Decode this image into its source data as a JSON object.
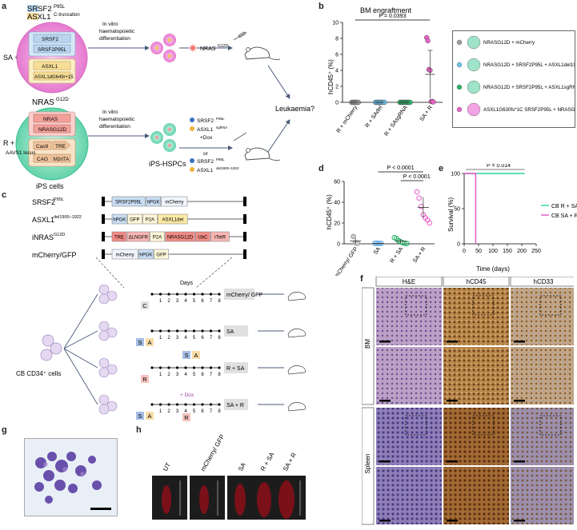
{
  "panel_labels": [
    "a",
    "b",
    "c",
    "d",
    "e",
    "f",
    "g",
    "h"
  ],
  "panel_a": {
    "top_title_1": "SRSF2",
    "top_title_1_sup": "P95L",
    "top_title_2": "ASXL1",
    "top_title_2_sub": "C-truncation",
    "sa_r_label": "SA + R",
    "r_sa_label": "R + SA",
    "nras_title": "NRAS",
    "nras_title_sup": "G12D",
    "genes_top": [
      "SRSF2",
      "SRSF2P95L",
      "ASXL1",
      "ASXL1dG649/+15"
    ],
    "genes_bottom": [
      "NRAS",
      "NRASG12D",
      "Cas9",
      "TRE",
      "CAG",
      "M2rtTA"
    ],
    "aavs1": "AAVS1 locus",
    "ips_cells": "iPS cells",
    "ips_hspcs": "iPS-HSPCs",
    "diff_text": [
      "In vitro",
      "haematopoietic",
      "differentiation"
    ],
    "nras_virus": "NRAS",
    "nras_virus_sup": "G12D",
    "bottom_options": [
      "SRSF2",
      "ASXL1",
      "+Dox",
      "or",
      "SRSF2",
      "ASXL1"
    ],
    "bottom_options_sup": [
      "P95L",
      "sgRNA",
      "",
      "",
      "P95L",
      "del1900–1922"
    ],
    "leukaemia": "Leukaemia?"
  },
  "panel_b": {
    "title": "BM engraftment",
    "ylabel": "hCD45⁺ (%)",
    "pvalue": "P = 0.0393",
    "legend": [
      {
        "text": "NRASG12D + mCherry"
      },
      {
        "text": "NRASG12D + SRSF2P95L + ASXL1del1900–1922"
      },
      {
        "text": "NRASG12D + SRSF2P95L + ASXL1sgRNA + Dox (iCas9)"
      },
      {
        "text": "ASXL1G630fs*1C SRSF2P95L + NRASG12D"
      }
    ]
  },
  "panel_c": {
    "constructs": [
      {
        "name": "SRSF2",
        "sup": "P95L",
        "parts": [
          "SRSF2P95L",
          "hPGK",
          "mCherry"
        ]
      },
      {
        "name": "ASXL1",
        "sup": "del1900–1922",
        "parts": [
          "hPGK",
          "GFP",
          "P2A",
          "ASXL1del"
        ]
      },
      {
        "name": "iNRAS",
        "sup": "G12D",
        "parts": [
          "TRE",
          "ΔLNGFR",
          "P2A",
          "NRASG12D",
          "UbC",
          "rTetR"
        ]
      },
      {
        "name": "mCherry/GFP",
        "sup": "",
        "parts": [
          "mCherry",
          "hPGK",
          "GFP"
        ]
      }
    ],
    "days_label": "Days",
    "days": [
      "1",
      "2",
      "3",
      "4",
      "5",
      "6",
      "7",
      "8"
    ],
    "rows": [
      "mCherry/ GFP",
      "SA",
      "R + SA",
      "SA + R"
    ],
    "letters": {
      "c": "C",
      "s": "S",
      "a": "A",
      "r": "R"
    },
    "plus_dox": "+ Dox",
    "cb_cells": "CB CD34⁺ cells"
  },
  "chart_data": [
    {
      "type": "scatter",
      "panel": "b",
      "title": "BM engraftment",
      "ylabel": "hCD45⁺ (%)",
      "ylim": [
        0,
        10
      ],
      "yticks": [
        0,
        2,
        4,
        6,
        8,
        10
      ],
      "categories": [
        "R + mCherry",
        "R + SAdel",
        "R + SAsgRNA",
        "SA + R"
      ],
      "series": [
        {
          "values": [
            0,
            0,
            0,
            0,
            0,
            0,
            0
          ]
        },
        {
          "values": [
            0,
            0,
            0,
            0,
            0,
            0,
            0,
            0,
            0
          ]
        },
        {
          "values": [
            0,
            0,
            0,
            0,
            0,
            0,
            0,
            0,
            0,
            0
          ]
        },
        {
          "values": [
            8.1,
            7.7,
            4.1,
            4.0,
            0.1,
            0.1,
            0.05
          ]
        }
      ],
      "mean_sd": [
        [
          0,
          0
        ],
        [
          0,
          0
        ],
        [
          0,
          0
        ],
        [
          3.5,
          3.0
        ]
      ],
      "colors": [
        "#9e9e9e",
        "#6fc3e8",
        "#2fb36c",
        "#e766c9"
      ]
    },
    {
      "type": "scatter",
      "panel": "d",
      "ylabel": "hCD45⁺ (%)",
      "ylim": [
        0,
        60
      ],
      "yticks": [
        0,
        20,
        40,
        60
      ],
      "categories": [
        "mCherry/ GFP",
        "SA",
        "R + SA",
        "SA + R"
      ],
      "series": [
        {
          "values": [
            7,
            1,
            0.5
          ]
        },
        {
          "values": [
            0.5,
            0.5,
            0.4,
            0.4
          ]
        },
        {
          "values": [
            6,
            5,
            3,
            2,
            1,
            0.5,
            0.3
          ]
        },
        {
          "values": [
            50,
            44,
            36,
            28,
            25,
            23,
            20
          ]
        }
      ],
      "mean_sd": [
        [
          2.8,
          3
        ],
        [
          0.5,
          0.1
        ],
        [
          2.5,
          2
        ],
        [
          35,
          10
        ]
      ],
      "pvalues": [
        "P < 0.0001",
        "P < 0.0001"
      ],
      "colors": [
        "#9e9e9e",
        "#5aa8e6",
        "#2fb36c",
        "#e766c9"
      ]
    },
    {
      "type": "line",
      "panel": "e",
      "xlabel": "Time (days)",
      "ylabel": "Survival (%)",
      "xlim": [
        0,
        250
      ],
      "ylim": [
        0,
        100
      ],
      "xticks": [
        0,
        50,
        100,
        150,
        200,
        250
      ],
      "yticks": [
        0,
        50,
        100
      ],
      "pvalue": "P = 0.014",
      "series": [
        {
          "name": "CB R + SA",
          "x": [
            0,
            210
          ],
          "y": [
            100,
            100
          ],
          "color": "#2fcfa3"
        },
        {
          "name": "CB SA + R",
          "x": [
            0,
            40,
            40
          ],
          "y": [
            100,
            100,
            0
          ],
          "color": "#e653c8"
        }
      ]
    }
  ],
  "panel_f": {
    "columns": [
      "H&E",
      "hCD45",
      "hCD33"
    ],
    "rows": [
      "BM",
      "Spleen"
    ]
  },
  "panel_h": {
    "labels": [
      "UT",
      "mCherry/ GFP",
      "SA",
      "R + SA",
      "SA + R"
    ]
  }
}
